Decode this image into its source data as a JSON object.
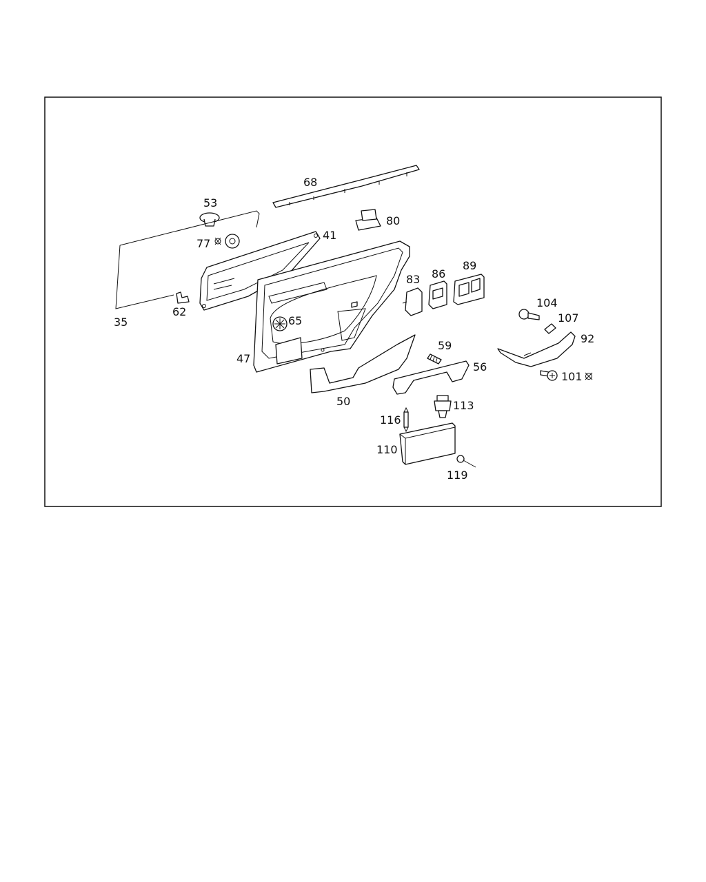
{
  "diagram": {
    "callouts": [
      "68",
      "53",
      "80",
      "77",
      "41",
      "83",
      "86",
      "89",
      "35",
      "62",
      "65",
      "104",
      "107",
      "92",
      "59",
      "47",
      "56",
      "101",
      "50",
      "113",
      "116",
      "110",
      "119"
    ],
    "colors": {
      "line": "#111111",
      "background": "#ffffff"
    }
  }
}
